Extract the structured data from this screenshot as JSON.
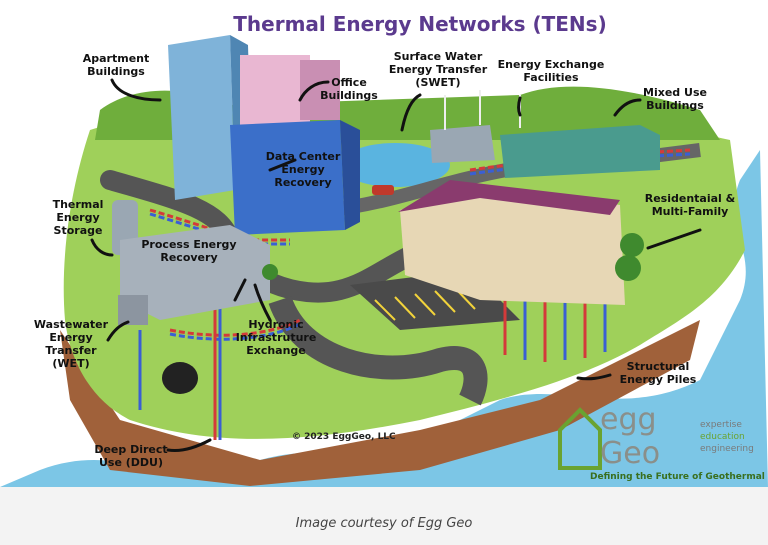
{
  "title": "Thermal Energy Networks (TENs)",
  "labels": {
    "apartment": "Apartment Buildings",
    "office": "Office Buildings",
    "swet": "Surface Water Energy Transfer (SWET)",
    "exchange": "Energy Exchange Facilities",
    "mixed": "Mixed Use Buildings",
    "datacenter": "Data Center Energy Recovery",
    "storage": "Thermal Energy Storage",
    "process": "Process Energy Recovery",
    "residential": "Residentaial & Multi-Family",
    "wet": "Wastewater Energy Transfer (WET)",
    "hydronic": "Hydronic Infrastruture Exchange",
    "piles": "Structural Energy Piles",
    "ddu": "Deep Direct Use (DDU)"
  },
  "copyright": "© 2023 EggGeo, LLC",
  "logo": {
    "word1": "egg",
    "word2": "Geo",
    "sub1": "expertise",
    "sub2": "education",
    "sub3": "engineering",
    "tagline": "Defining the Future of Geothermal"
  },
  "caption": "Image courtesy of Egg Geo",
  "colors": {
    "title": "#5b3a8e",
    "hot_pipe": "#d43a3a",
    "cold_pipe": "#3a5fd4",
    "grass": "#8cc63f",
    "water": "#5ab4e0",
    "logo_green": "#6aa331"
  },
  "icons": [
    "arrow-icon",
    "wind-turbine-icon",
    "car-icon",
    "tree-icon"
  ]
}
